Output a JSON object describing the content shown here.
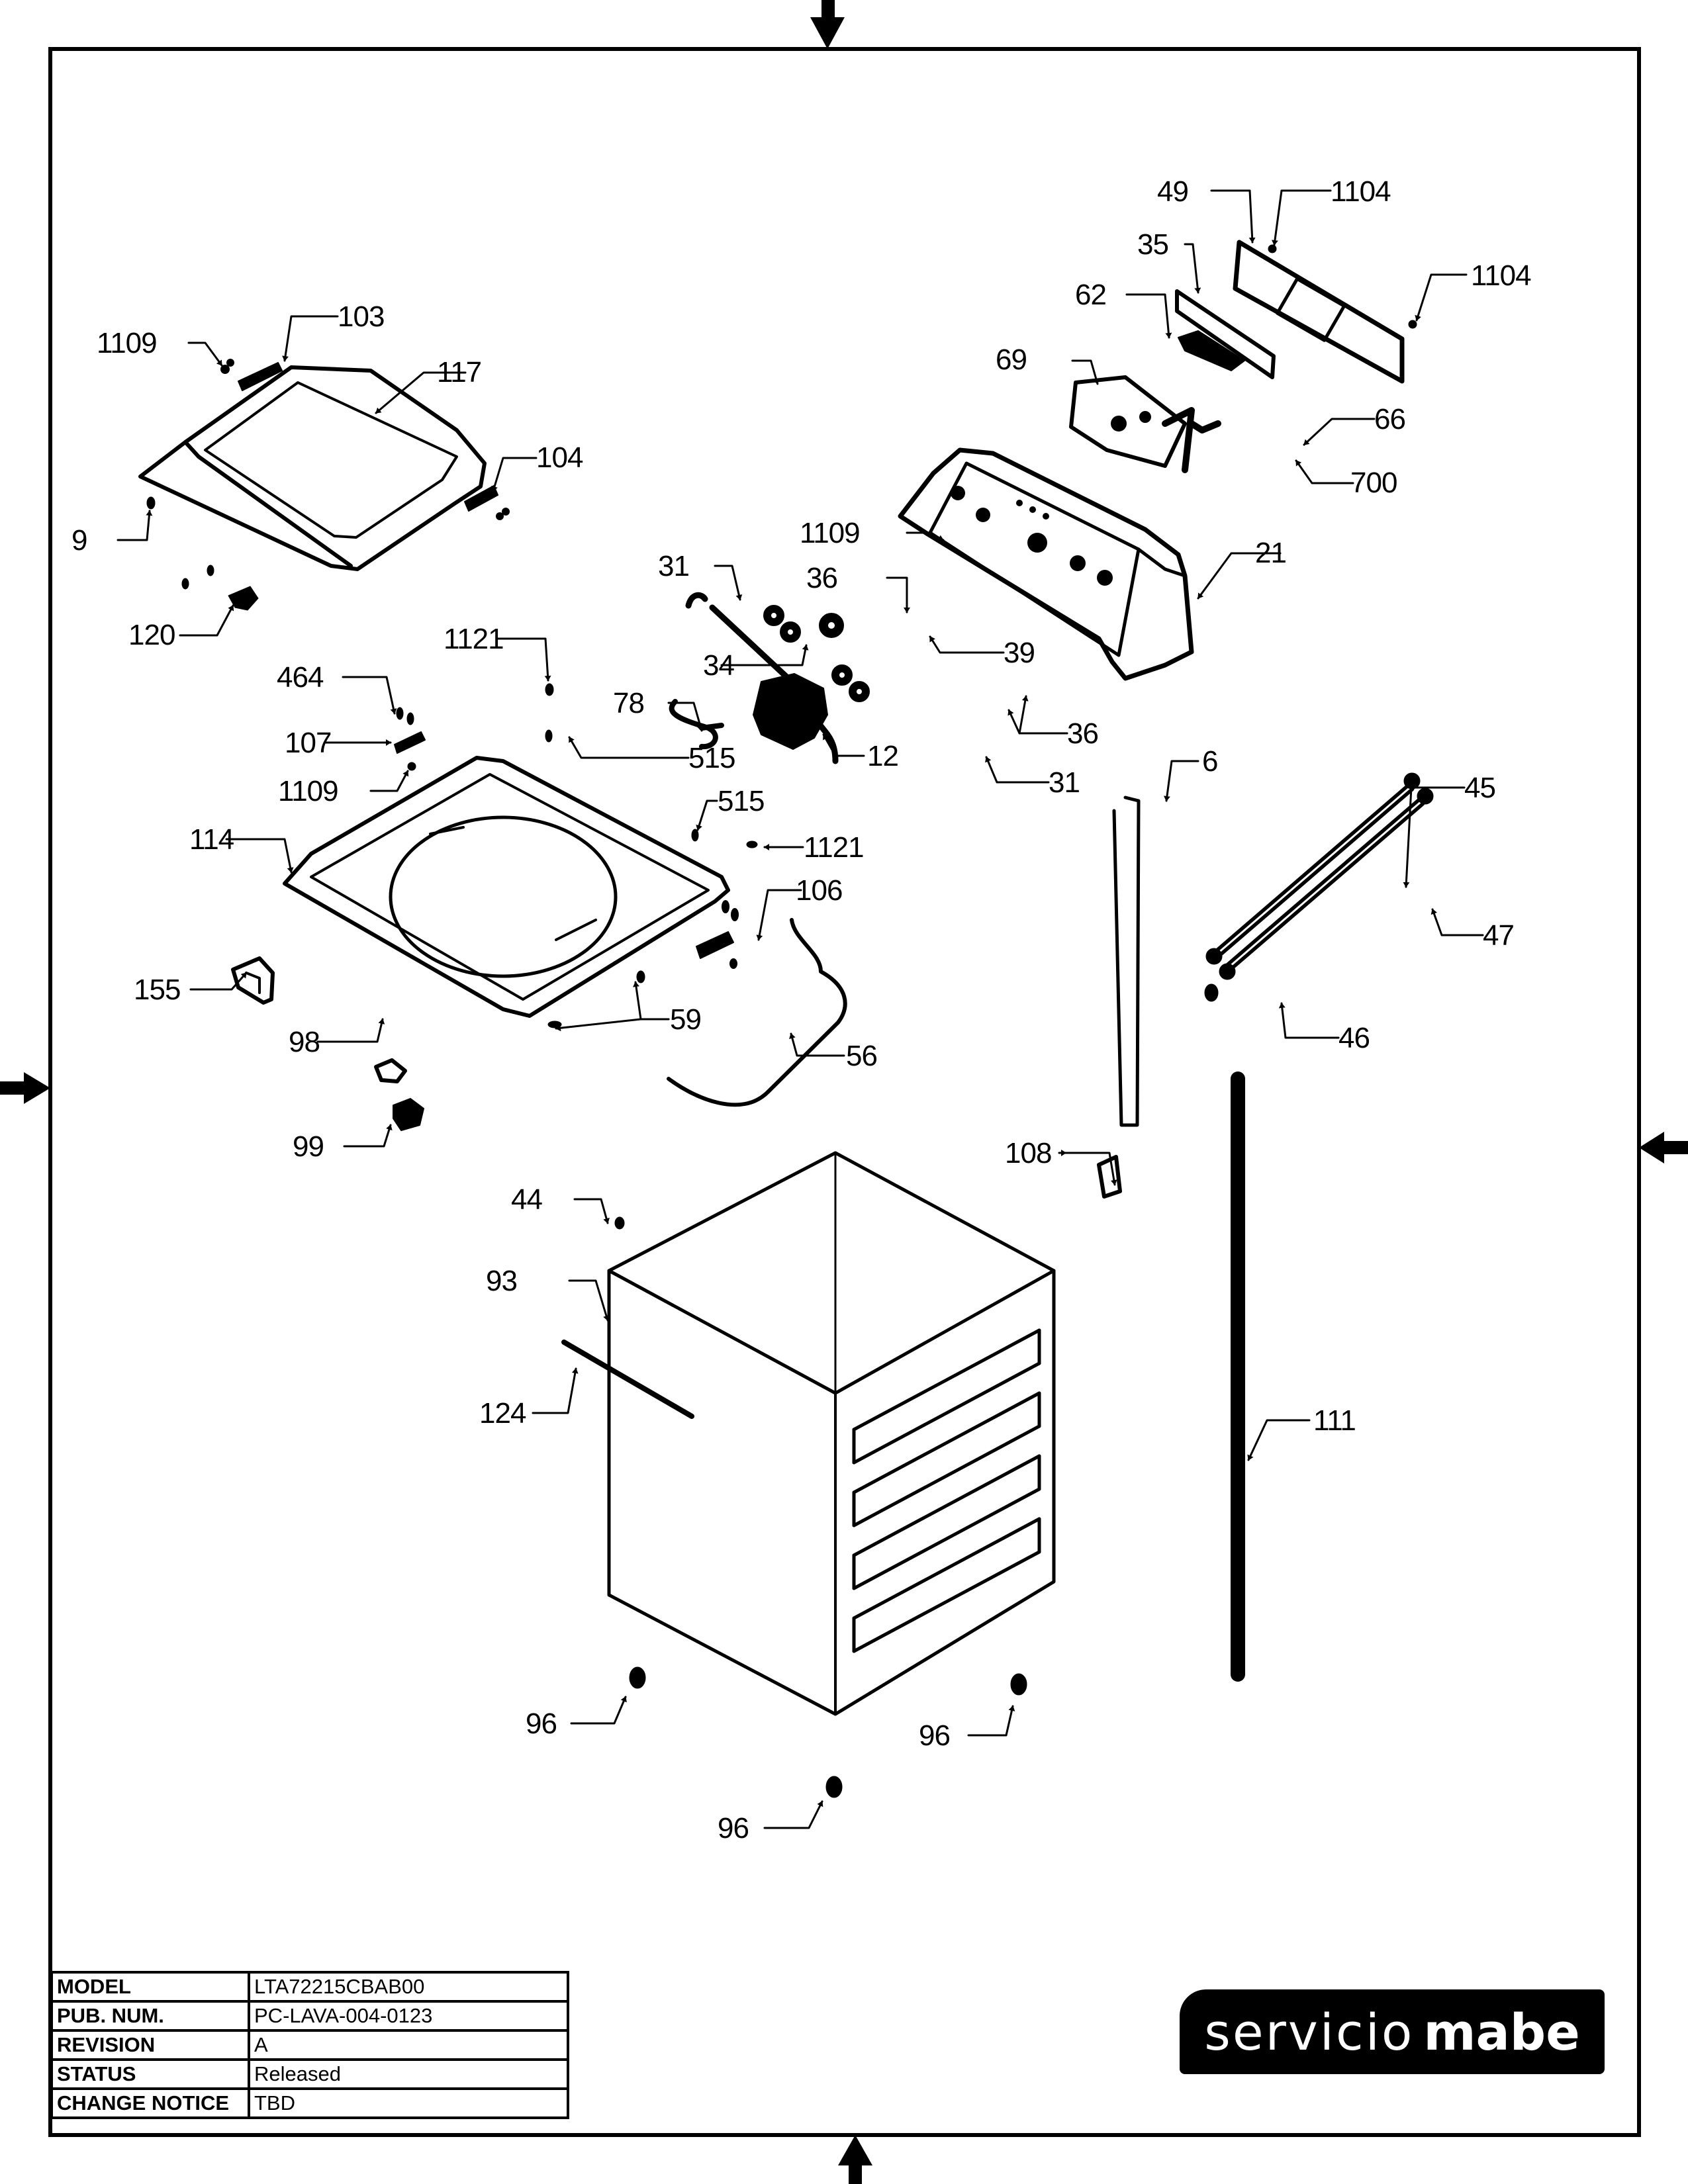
{
  "document": {
    "type": "exploded parts diagram",
    "subject": "top-load washer cabinet and control panel assembly"
  },
  "title_block": {
    "rows": [
      {
        "key": "MODEL",
        "value": "LTA72215CBAB00"
      },
      {
        "key": "PUB. NUM.",
        "value": "PC-LAVA-004-0123"
      },
      {
        "key": "REVISION",
        "value": "A"
      },
      {
        "key": "STATUS",
        "value": "Released"
      },
      {
        "key": "CHANGE NOTICE",
        "value": "TBD"
      }
    ]
  },
  "logo": {
    "light": "servicio",
    "bold": "mabe"
  },
  "callouts": [
    {
      "id": "c49",
      "text": "49"
    },
    {
      "id": "c1104a",
      "text": "1104"
    },
    {
      "id": "c35",
      "text": "35"
    },
    {
      "id": "c1104b",
      "text": "1104"
    },
    {
      "id": "c62",
      "text": "62"
    },
    {
      "id": "c69",
      "text": "69"
    },
    {
      "id": "c66",
      "text": "66"
    },
    {
      "id": "c700",
      "text": "700"
    },
    {
      "id": "c1109a",
      "text": "1109"
    },
    {
      "id": "c103",
      "text": "103"
    },
    {
      "id": "c117",
      "text": "117"
    },
    {
      "id": "c104",
      "text": "104"
    },
    {
      "id": "c9",
      "text": "9"
    },
    {
      "id": "c120",
      "text": "120"
    },
    {
      "id": "c1109b",
      "text": "1109"
    },
    {
      "id": "c21",
      "text": "21"
    },
    {
      "id": "c31a",
      "text": "31"
    },
    {
      "id": "c36a",
      "text": "36"
    },
    {
      "id": "c39",
      "text": "39"
    },
    {
      "id": "c34",
      "text": "34"
    },
    {
      "id": "c1121a",
      "text": "1121"
    },
    {
      "id": "c464",
      "text": "464"
    },
    {
      "id": "c78",
      "text": "78"
    },
    {
      "id": "c36b",
      "text": "36"
    },
    {
      "id": "c107",
      "text": "107"
    },
    {
      "id": "c515a",
      "text": "515"
    },
    {
      "id": "c12",
      "text": "12"
    },
    {
      "id": "c31b",
      "text": "31"
    },
    {
      "id": "c1109c",
      "text": "1109"
    },
    {
      "id": "c6",
      "text": "6"
    },
    {
      "id": "c45",
      "text": "45"
    },
    {
      "id": "c515b",
      "text": "515"
    },
    {
      "id": "c114",
      "text": "114"
    },
    {
      "id": "c1121b",
      "text": "1121"
    },
    {
      "id": "c106",
      "text": "106"
    },
    {
      "id": "c47",
      "text": "47"
    },
    {
      "id": "c155",
      "text": "155"
    },
    {
      "id": "c98",
      "text": "98"
    },
    {
      "id": "c59",
      "text": "59"
    },
    {
      "id": "c56",
      "text": "56"
    },
    {
      "id": "c46",
      "text": "46"
    },
    {
      "id": "c99",
      "text": "99"
    },
    {
      "id": "c108",
      "text": "108"
    },
    {
      "id": "c44",
      "text": "44"
    },
    {
      "id": "c93",
      "text": "93"
    },
    {
      "id": "c124",
      "text": "124"
    },
    {
      "id": "c111",
      "text": "111"
    },
    {
      "id": "c96a",
      "text": "96"
    },
    {
      "id": "c96b",
      "text": "96"
    },
    {
      "id": "c96c",
      "text": "96"
    }
  ]
}
